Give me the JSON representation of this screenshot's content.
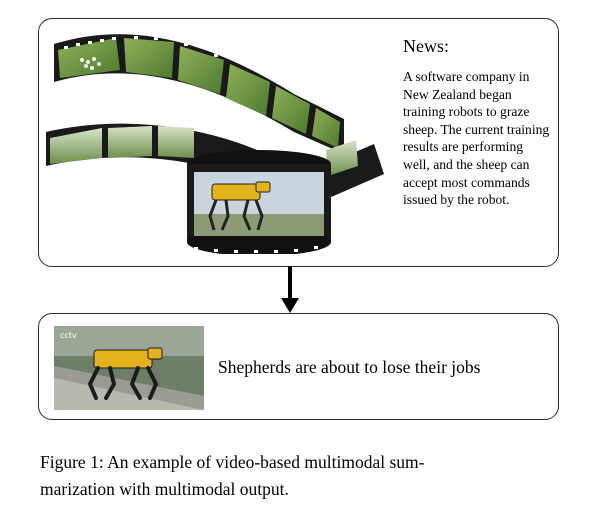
{
  "news": {
    "title": "News:",
    "body": "A software company in New Zealand began training robots to graze sheep. The current training results are performing well, and the sheep can accept most commands issued by the robot."
  },
  "summary": {
    "text": "Shepherds are about to lose their jobs",
    "thumbnail_watermark": "cctv"
  },
  "caption": {
    "line1": "Figure 1: An example of video-based multimodal sum-",
    "line2": "marization with multimodal output."
  },
  "colors": {
    "border": "#2b2b2b",
    "film": "#1a1a1a",
    "grass": "#5f8a3a",
    "robot": "#e3b21c"
  }
}
